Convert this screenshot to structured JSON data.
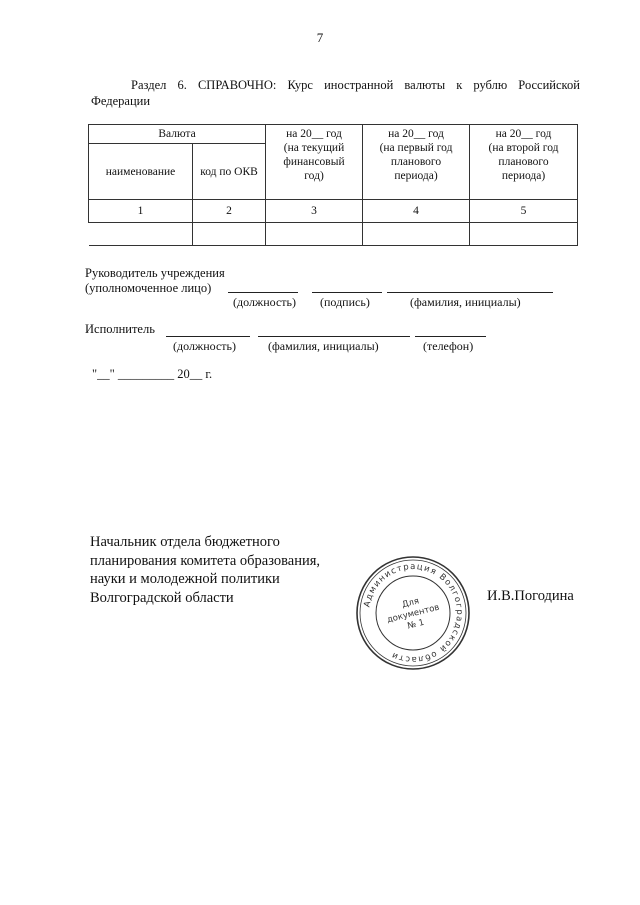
{
  "page_number": "7",
  "section": {
    "line1_words": [
      "Раздел",
      "6.",
      "СПРАВОЧНО:",
      "Курс",
      "иностранной",
      "валюты",
      "к",
      "рублю",
      "Российской"
    ],
    "line2": "Федерации"
  },
  "table": {
    "currency_header": "Валюта",
    "col_name": "наименование",
    "col_code": "код по ОКВ",
    "col_current": [
      "на 20__ год",
      "(на текущий",
      "финансовый",
      "год)"
    ],
    "col_first": [
      "на 20__ год",
      "(на первый год",
      "планового",
      "периода)"
    ],
    "col_second": [
      "на 20__ год",
      "(на второй год",
      "планового",
      "периода)"
    ],
    "numbers": [
      "1",
      "2",
      "3",
      "4",
      "5"
    ]
  },
  "head": {
    "label_line1": "Руководитель учреждения",
    "label_line2": "(уполномоченное лицо)",
    "cap_position": "(должность)",
    "cap_signature": "(подпись)",
    "cap_name": "(фамилия, инициалы)"
  },
  "executor": {
    "label": "Исполнитель",
    "cap_position": "(должность)",
    "cap_name": "(фамилия, инициалы)",
    "cap_phone": "(телефон)"
  },
  "date_line": "\"__\" _________ 20__ г.",
  "signature": {
    "lines": [
      "Начальник отдела бюджетного",
      "планирования комитета образования,",
      "науки и молодежной политики",
      "Волгоградской области"
    ],
    "name": "И.В.Погодина"
  },
  "stamp": {
    "ring_text": "Администрация Волгоградской области",
    "inner_lines": [
      "Для",
      "документов",
      "№ 1"
    ]
  }
}
